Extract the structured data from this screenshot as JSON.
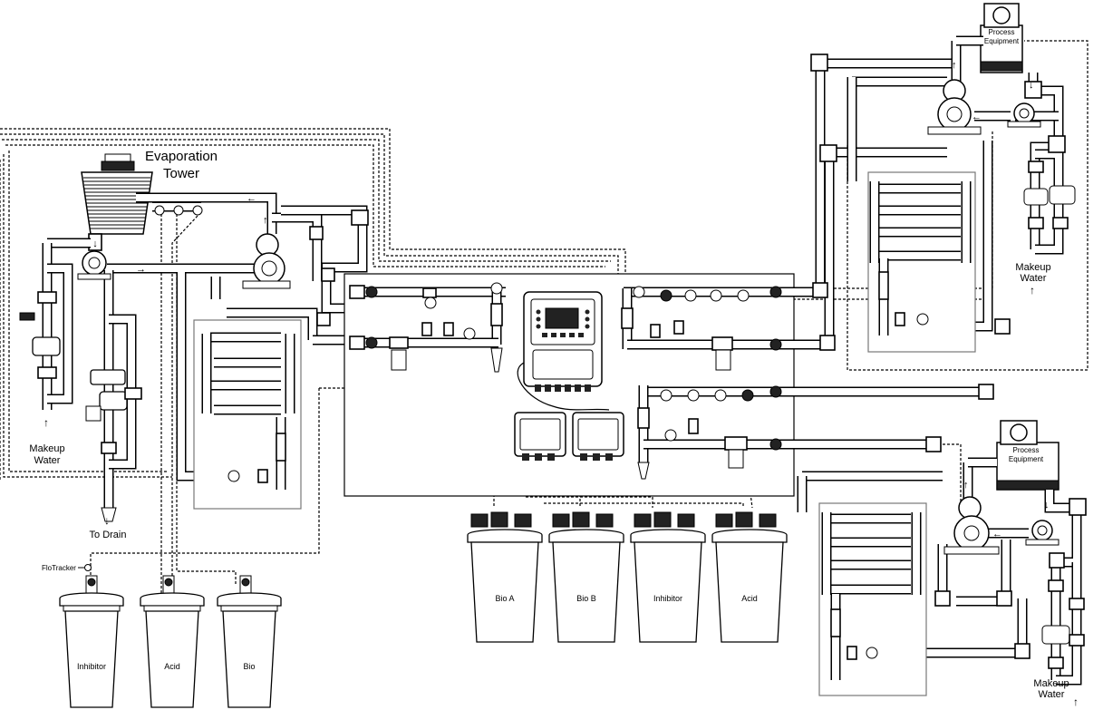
{
  "tower": {
    "title_line1": "Evaporation",
    "title_line2": "Tower"
  },
  "labels": {
    "makeup_left_1": "Makeup",
    "makeup_left_2": "Water",
    "to_drain": "To Drain",
    "flotracker": "FloTracker",
    "makeup_right_top_1": "Makeup",
    "makeup_right_top_2": "Water",
    "makeup_right_bottom_1": "Makeup",
    "makeup_right_bottom_2": "Water",
    "process_top_1": "Process",
    "process_top_2": "Equipment",
    "process_bottom_1": "Process",
    "process_bottom_2": "Equipment"
  },
  "tanks_left": [
    "Inhibitor",
    "Acid",
    "Bio"
  ],
  "tanks_center": [
    "Bio A",
    "Bio B",
    "Inhibitor",
    "Acid"
  ]
}
